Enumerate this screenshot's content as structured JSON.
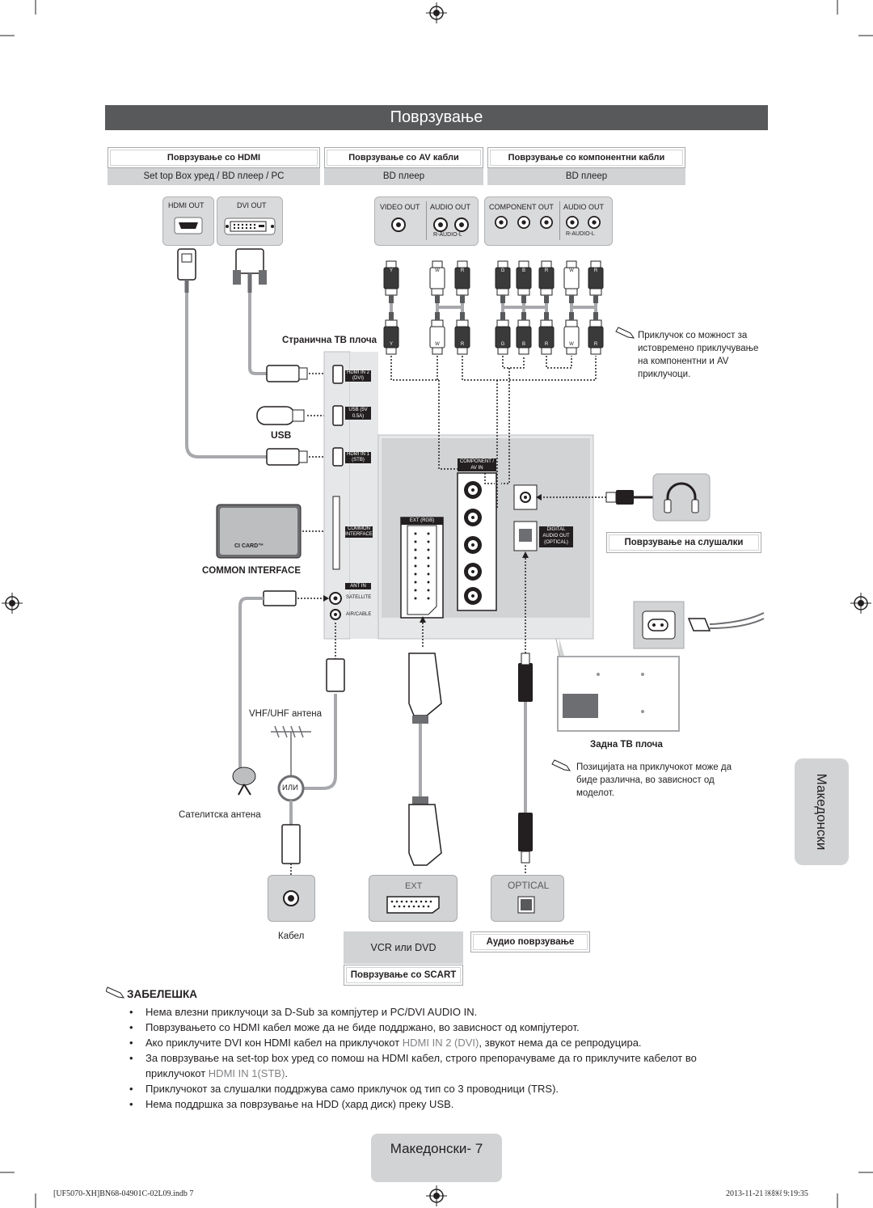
{
  "title": "Поврзување",
  "headers": {
    "hdmi": "Поврзување со HDMI",
    "av": "Поврзување со AV кабли",
    "component": "Поврзување со компонентни кабли"
  },
  "sources": {
    "hdmi": "Set top Box уред / BD плеер / PC",
    "av": "BD плеер",
    "component": "BD плеер"
  },
  "device_ports": {
    "hdmi_out": "HDMI OUT",
    "dvi_out": "DVI OUT",
    "video_out": "VIDEO OUT",
    "audio_out": "AUDIO OUT",
    "component_out": "COMPONENT OUT",
    "audio_out2": "AUDIO OUT",
    "r_audio_l": "R-AUDIO-L",
    "r_audio_l2": "R-AUDIO-L"
  },
  "plug_letters": {
    "av": [
      "Y",
      "W",
      "R"
    ],
    "component": [
      "G",
      "B",
      "R",
      "W",
      "R"
    ]
  },
  "side_panel": "Странична ТВ плоча",
  "tv_ports": {
    "hdmi2": "HDMI IN 2 (DVI)",
    "usb": "USB (5V 0.5A)",
    "hdmi1": "HDMI IN 1 (STB)",
    "common_interface": "COMMON INTERFACE",
    "ant_in": "ANT IN",
    "satellite": "SATELLITE",
    "air_cable": "AIR/CABLE",
    "ext_rgb": "EXT (RGB)",
    "component_av_in": "COMPONENT / AV IN",
    "digital_audio_out": "DIGITAL AUDIO OUT (OPTICAL)"
  },
  "labels": {
    "usb": "USB",
    "ci_card": "CI CARD™",
    "common_interface": "COMMON INTERFACE",
    "vhf_uhf": "VHF/UHF антена",
    "or": "ИЛИ",
    "satellite_antenna": "Сателитска антена",
    "cable": "Кабел",
    "ext": "EXT",
    "optical": "OPTICAL",
    "vcr_dvd": "VCR или DVD",
    "scart_connection": "Поврзување со SCART",
    "audio_connection": "Аудио поврзување",
    "headphones_connection": "Поврзување на слушалки",
    "rear_panel": "Задна ТВ плоча"
  },
  "notes": {
    "simultaneous": "Приклучок со можност за истовремено приклучување на компонентни и AV приклучоци.",
    "position": "Позицијата на приклучокот може да биде различна, во зависност од моделот."
  },
  "notes_title": "ЗАБЕЛЕШКА",
  "bullets": [
    "Нема влезни приклучоци за D-Sub за компјутер и PC/DVI AUDIO IN.",
    "Поврзувањето со HDMI кабел може да не биде поддржано, во зависност од компјутерот."
  ],
  "bullet3": {
    "pre": "Ако приклучите DVI кон HDMI кабел на приклучокот ",
    "hl": "HDMI IN 2 (DVI)",
    "post": ", звукот нема да се репродуцира."
  },
  "bullet4": {
    "pre": "За поврзување на set-top box уред со помош на HDMI кабел, строго препорачуваме да го приклучите кабелот во приклучокот ",
    "hl": "HDMI IN 1(STB)",
    "post": "."
  },
  "bullets_end": [
    "Приклучокот за слушалки поддржува само приклучок од тип со 3 проводници (TRS).",
    "Нема поддршка за поврзување на HDD (хард диск) преку USB."
  ],
  "side_tab": "Македонски",
  "page_number": "Македонски- 7",
  "footer": {
    "left": "[UF5070-XH]BN68-04901C-02L09.indb   7",
    "right": "2013-11-21   ￼￼ 9:19:35"
  },
  "colors": {
    "title_bar": "#58595b",
    "panel": "#d1d3d4"
  }
}
